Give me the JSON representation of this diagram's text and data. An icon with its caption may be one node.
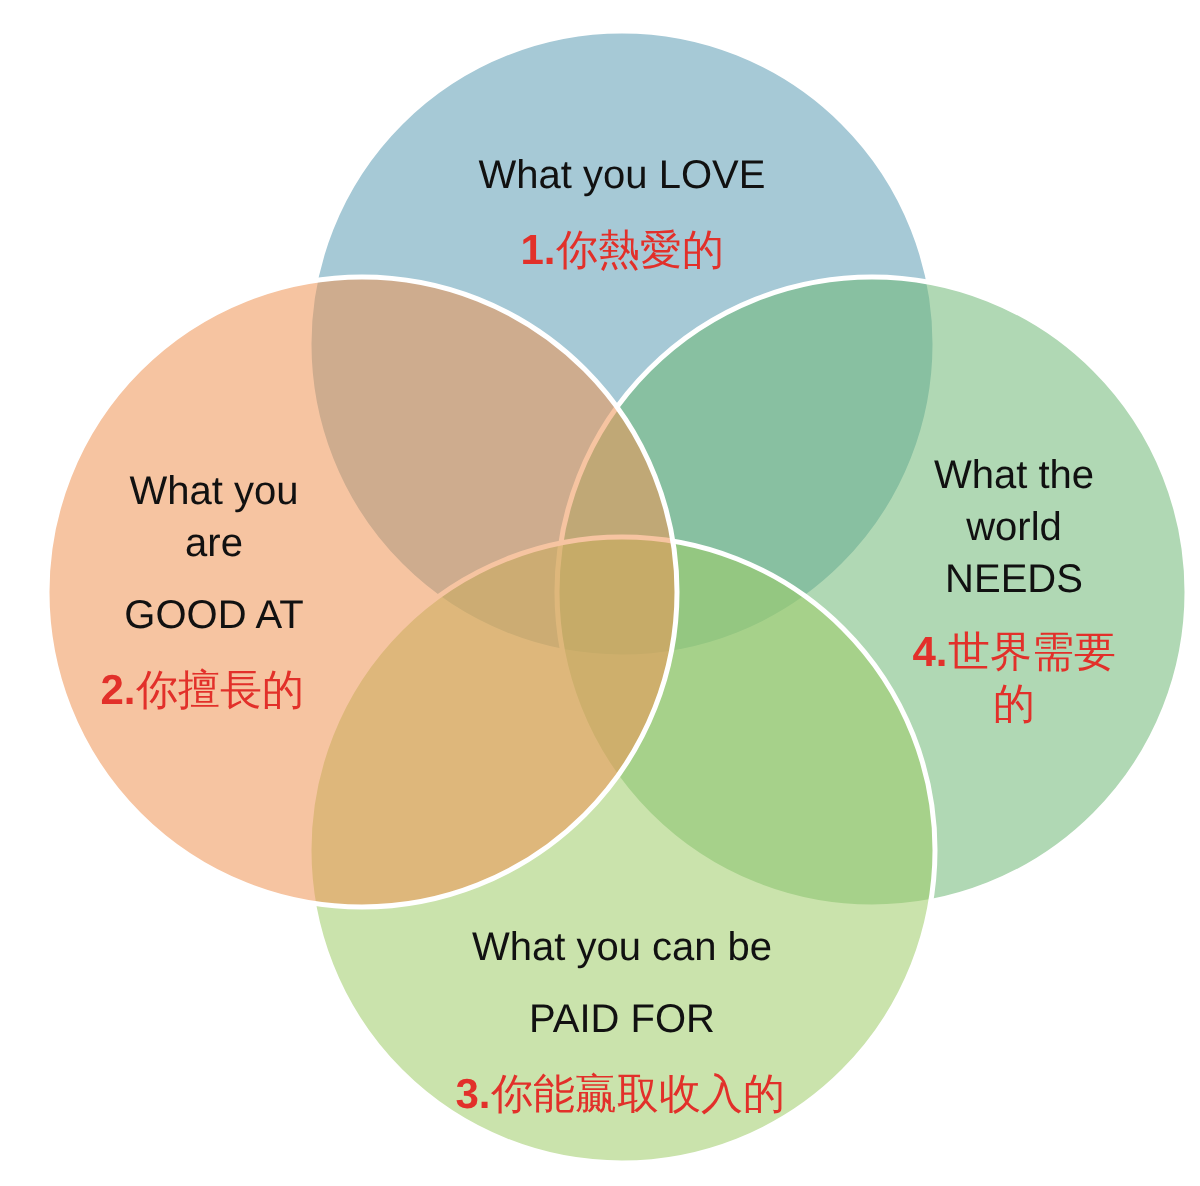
{
  "diagram": {
    "nodes": [
      {
        "text": [
          "What you LOVE",
          "**1.**你熱愛的"
        ]
      },
      {
        "text": [
          "What you are GOOD AT",
          "**2.**你擅長的"
        ]
      },
      {
        "text": [
          "What the world NEEDS",
          "**4.**世界需要的"
        ]
      },
      {
        "text": [
          "What you can be PAID FOR",
          "**3.**你能贏取收入的"
        ]
      }
    ]
  }
}
